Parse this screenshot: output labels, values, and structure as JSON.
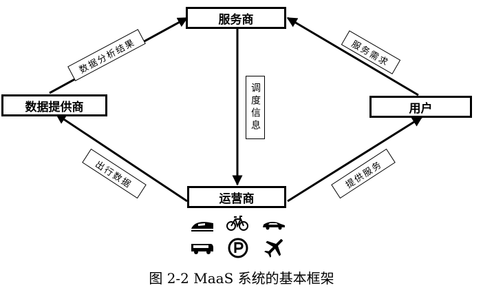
{
  "nodes": {
    "service_provider": "服务商",
    "data_provider": "数据提供商",
    "user": "用户",
    "operator": "运营商"
  },
  "edge_labels": {
    "data_analysis": "数据分析结果",
    "service_demand": "服务需求",
    "dispatch_info": "调度信息",
    "travel_data": "出行数据",
    "provide_service": "提供服务"
  },
  "icons": [
    "high-speed-train-icon",
    "bicycle-icon",
    "car-icon",
    "bus-icon",
    "parking-icon",
    "airplane-icon"
  ],
  "caption": "图  2-2 MaaS 系统的基本框架"
}
